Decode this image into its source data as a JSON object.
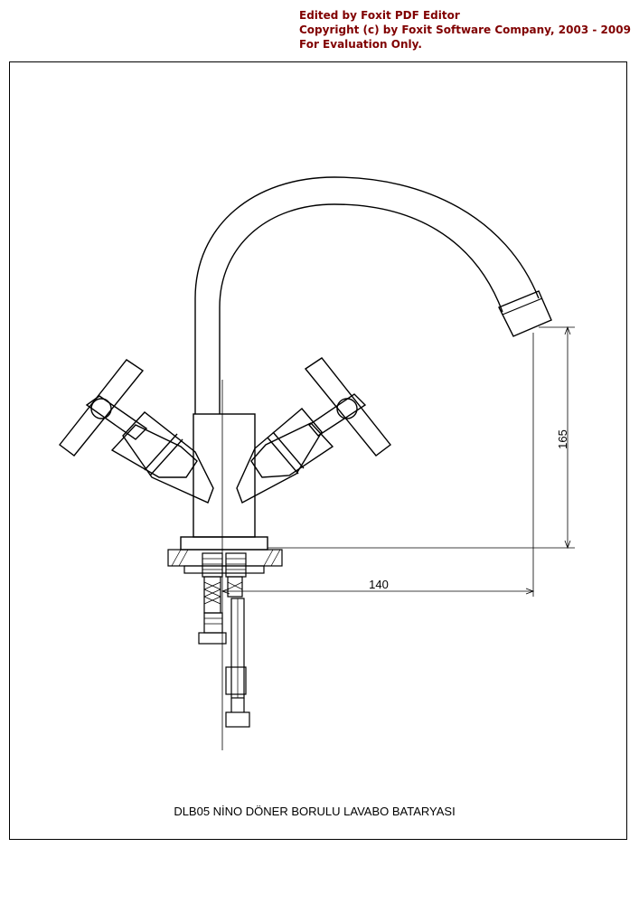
{
  "watermark": {
    "line1": "Edited by Foxit PDF Editor",
    "line2": "Copyright (c) by Foxit Software Company, 2003 - 2009",
    "line3": "For Evaluation Only.",
    "color": "#800000"
  },
  "drawing": {
    "title": "DLB05 NİNO DÖNER BORULU LAVABO BATARYASI",
    "dimensions": {
      "height_label": "165",
      "width_label": "140"
    }
  }
}
